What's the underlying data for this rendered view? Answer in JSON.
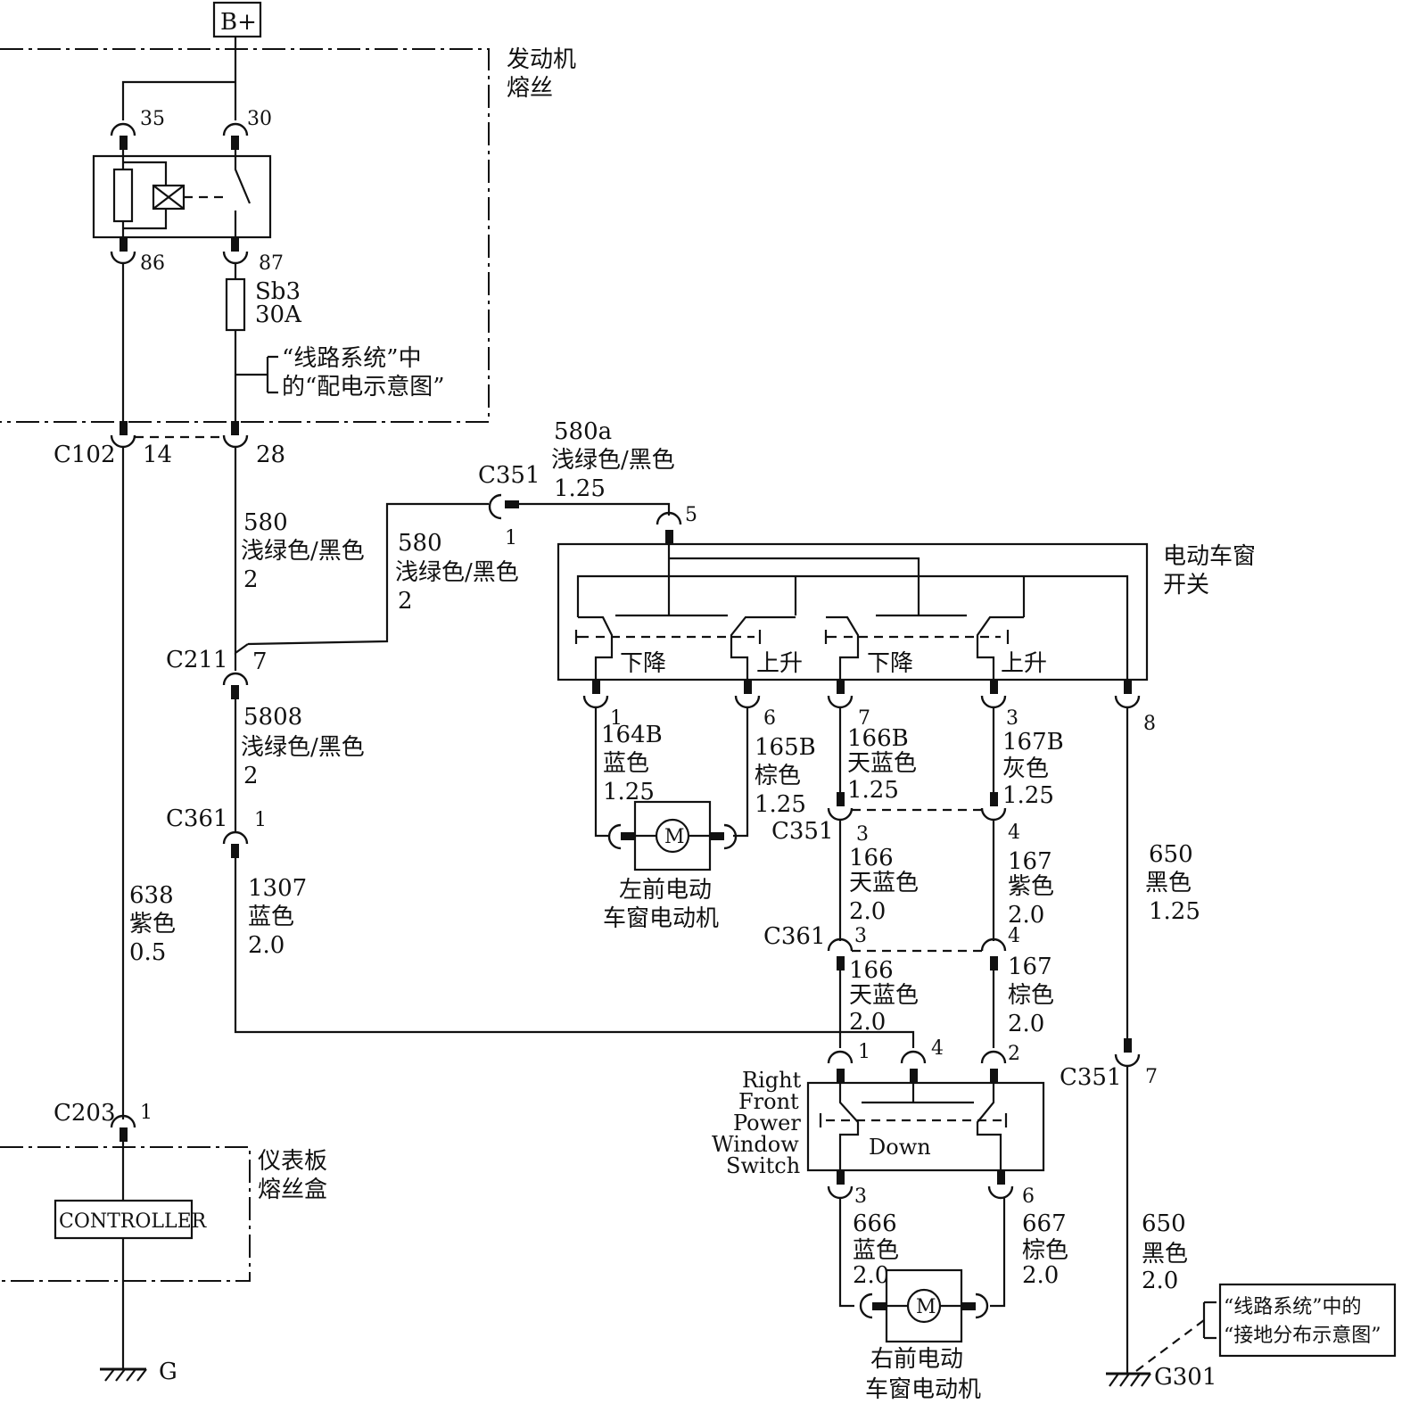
{
  "power": {
    "battery": "B+"
  },
  "fuse_box_engine": {
    "title_line1": "发动机",
    "title_line2": "熔丝"
  },
  "relay": {
    "pin_35": "35",
    "pin_30": "30",
    "pin_86": "86",
    "pin_87": "87"
  },
  "fuse": {
    "name": "Sb3",
    "rating": "30A"
  },
  "reference_power": {
    "line1": "“线路系统”中",
    "line2": "的“配电示意图”"
  },
  "c102": {
    "name": "C102",
    "pin_14": "14",
    "pin_28": "28"
  },
  "wire_580a": {
    "id": "580a",
    "color": "浅绿色/黑色",
    "gauge": "1.25"
  },
  "c351_top": {
    "name": "C351",
    "pin": "1"
  },
  "wire_580_left": {
    "id": "580",
    "color": "浅绿色/黑色",
    "gauge": "2"
  },
  "wire_580_right": {
    "id": "580",
    "color": "浅绿色/黑色",
    "gauge": "2"
  },
  "c211": {
    "name": "C211",
    "pin": "7"
  },
  "wire_5808": {
    "id": "5808",
    "color": "浅绿色/黑色",
    "gauge": "2"
  },
  "c361_left": {
    "name": "C361",
    "pin": "1"
  },
  "wire_1307": {
    "id": "1307",
    "color": "蓝色",
    "gauge": "2.0"
  },
  "wire_638": {
    "id": "638",
    "color": "紫色",
    "gauge": "0.5"
  },
  "c203": {
    "name": "C203",
    "pin": "1"
  },
  "ip_fuse_box": {
    "title_line1": "仪表板",
    "title_line2": "熔丝盒",
    "controller": "CONTROLLER"
  },
  "ground_left": {
    "name": "G"
  },
  "window_switch": {
    "title_line1": "电动车窗",
    "title_line2": "开关",
    "pin_in": "5",
    "down_left": "下降",
    "up_left": "上升",
    "down_right": "下降",
    "up_right": "上升",
    "pin_1": "1",
    "pin_6": "6",
    "pin_7": "7",
    "pin_3": "3",
    "pin_8": "8"
  },
  "wire_164b": {
    "id": "164B",
    "color": "蓝色",
    "gauge": "1.25"
  },
  "wire_165b": {
    "id": "165B",
    "color": "棕色",
    "gauge": "1.25"
  },
  "wire_166b": {
    "id": "166B",
    "color": "天蓝色",
    "gauge": "1.25"
  },
  "wire_167b": {
    "id": "167B",
    "color": "灰色",
    "gauge": "1.25"
  },
  "left_motor": {
    "symbol": "M",
    "title_line1": "左前电动",
    "title_line2": "车窗电动机"
  },
  "c351_mid": {
    "name": "C351",
    "pin_3": "3",
    "pin_4": "4"
  },
  "wire_166_mid": {
    "id": "166",
    "color": "天蓝色",
    "gauge": "2.0"
  },
  "wire_167_mid": {
    "id": "167",
    "color": "紫色",
    "gauge": "2.0"
  },
  "c361_mid": {
    "name": "C361",
    "pin_3": "3",
    "pin_4": "4"
  },
  "wire_166_low": {
    "id": "166",
    "color": "天蓝色",
    "gauge": "2.0"
  },
  "wire_167_low": {
    "id": "167",
    "color": "棕色",
    "gauge": "2.0"
  },
  "wire_650_top": {
    "id": "650",
    "color": "黑色",
    "gauge": "1.25"
  },
  "right_switch": {
    "line1": "Right",
    "line2": "Front",
    "line3": "Power",
    "line4": "Window",
    "line5": "Switch",
    "down": "Down",
    "pin_1": "1",
    "pin_4": "4",
    "pin_2": "2",
    "pin_3": "3",
    "pin_6": "6"
  },
  "c351_bottom": {
    "name": "C351",
    "pin": "7"
  },
  "wire_666": {
    "id": "666",
    "color": "蓝色",
    "gauge": "2.0"
  },
  "wire_667": {
    "id": "667",
    "color": "棕色",
    "gauge": "2.0"
  },
  "wire_650_bottom": {
    "id": "650",
    "color": "黑色",
    "gauge": "2.0"
  },
  "right_motor": {
    "symbol": "M",
    "title_line1": "右前电动",
    "title_line2": "车窗电动机"
  },
  "reference_ground": {
    "line1": "“线路系统”中的",
    "line2": "“接地分布示意图”"
  },
  "ground_right": {
    "name": "G301"
  }
}
